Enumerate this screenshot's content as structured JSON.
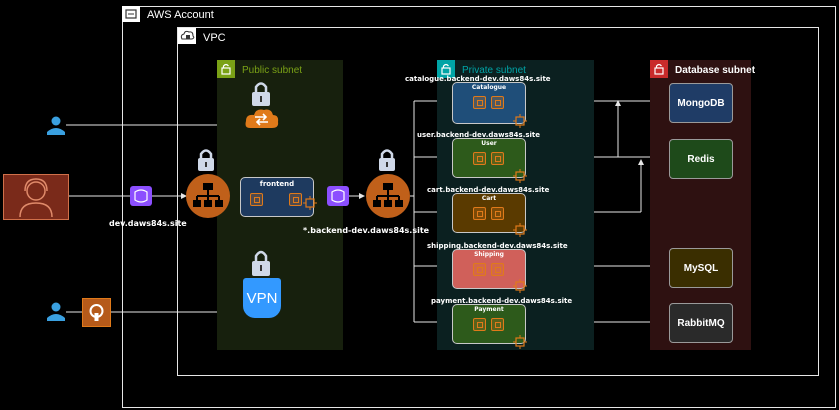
{
  "aws_account": {
    "label": "AWS Account"
  },
  "vpc": {
    "label": "VPC"
  },
  "public_subnet": {
    "label": "Public subnet",
    "color": "#7aa116"
  },
  "private_subnet": {
    "label": "Private subnet",
    "color": "#00a4a6"
  },
  "database_subnet": {
    "label": "Database subnet",
    "color": "#c92b2b"
  },
  "dns": {
    "frontend": "dev.daws84s.site",
    "backend": "*.backend-dev.daws84s.site"
  },
  "frontend": {
    "label": "frontend"
  },
  "vpn": {
    "label": "VPN"
  },
  "services": [
    {
      "dns": "catalogue.backend-dev.daws84s.site",
      "name": "Catalogue",
      "color": "#1f4e79"
    },
    {
      "dns": "user.backend-dev.daws84s.site",
      "name": "User",
      "color": "#2d5a1b"
    },
    {
      "dns": "cart.backend-dev.daws84s.site",
      "name": "Cart",
      "color": "#5a3a00"
    },
    {
      "dns": "shipping.backend-dev.daws84s.site",
      "name": "Shipping",
      "color": "#d0605a"
    },
    {
      "dns": "payment.backend-dev.daws84s.site",
      "name": "Payment",
      "color": "#2d5a1b"
    }
  ],
  "databases": [
    {
      "name": "MongoDB",
      "color": "#1f3c66"
    },
    {
      "name": "Redis",
      "color": "#1e4a1a"
    },
    {
      "name": "MySQL",
      "color": "#3a2e00"
    },
    {
      "name": "RabbitMQ",
      "color": "#2a2a2a"
    }
  ]
}
